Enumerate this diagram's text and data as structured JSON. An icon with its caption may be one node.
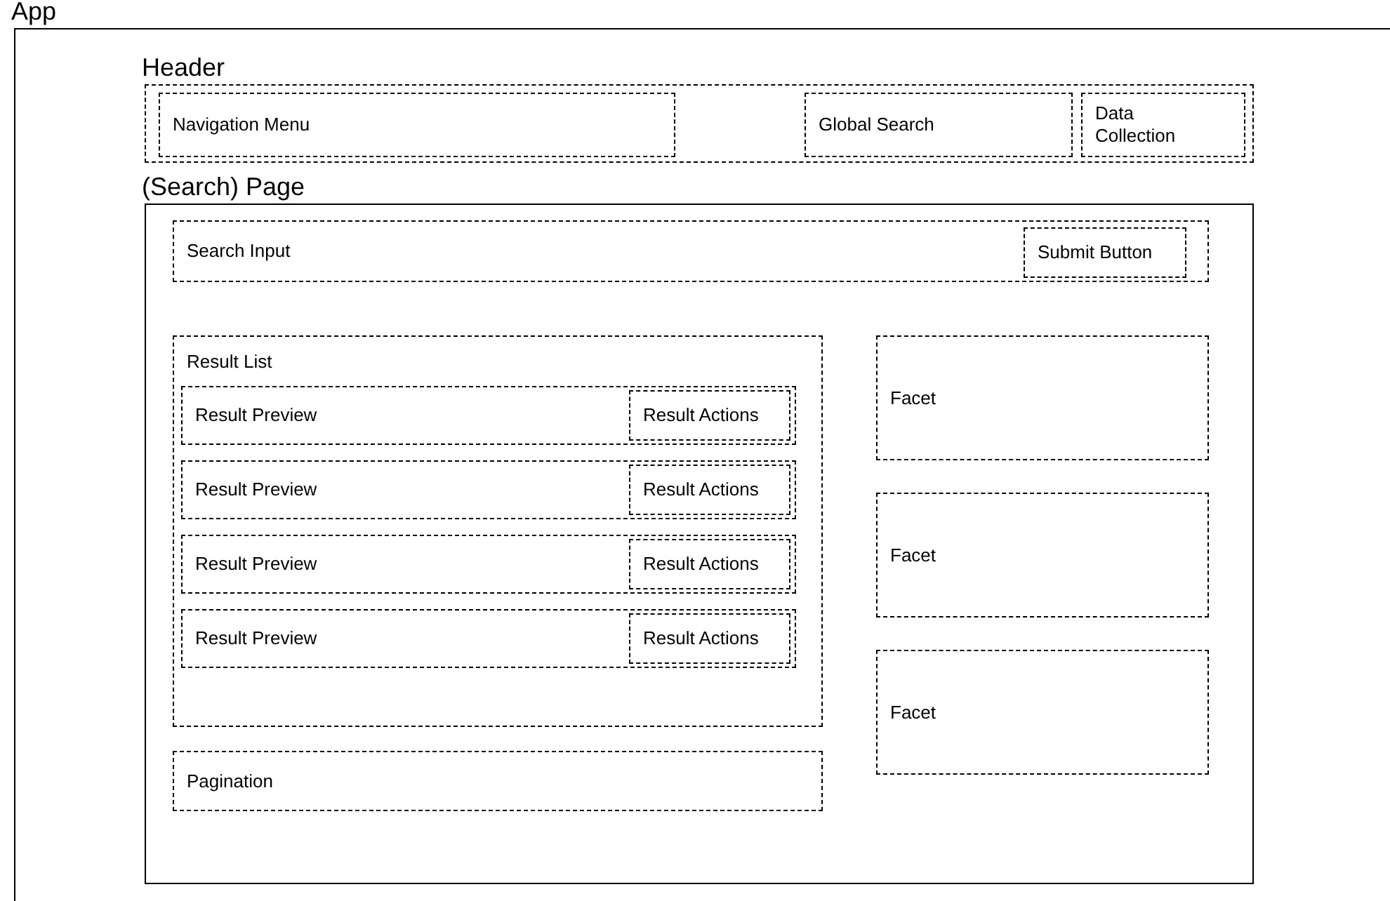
{
  "diagram": {
    "nodes": [
      {
        "text": [
          "App"
        ]
      },
      {
        "text": [
          "Header"
        ],
        "in": 0
      },
      {
        "text": [
          "Navigation Menu"
        ],
        "in": 1
      },
      {
        "text": [
          "Global Search"
        ],
        "in": 1
      },
      {
        "text": [
          "Data Collection"
        ],
        "in": 1
      },
      {
        "text": [
          "(Search) Page"
        ],
        "in": 0
      },
      {
        "text": [
          "Search Input"
        ],
        "in": 5
      },
      {
        "text": [
          "Submit Button"
        ],
        "in": 6
      },
      {
        "text": [
          "Result List"
        ],
        "in": 5
      },
      {
        "text": [
          "Result Preview"
        ],
        "in": 8
      },
      {
        "text": [
          "Result Actions"
        ],
        "in": 9
      },
      {
        "text": [
          "Result Preview"
        ],
        "in": 8
      },
      {
        "text": [
          "Result Actions"
        ],
        "in": 11
      },
      {
        "text": [
          "Result Preview"
        ],
        "in": 8
      },
      {
        "text": [
          "Result Actions"
        ],
        "in": 13
      },
      {
        "text": [
          "Result Preview"
        ],
        "in": 8
      },
      {
        "text": [
          "Result Actions"
        ],
        "in": 15
      },
      {
        "text": [
          "Facet"
        ],
        "in": 5
      },
      {
        "text": [
          "Facet"
        ],
        "in": 5
      },
      {
        "text": [
          "Facet"
        ],
        "in": 5
      },
      {
        "text": [
          "Pagination"
        ],
        "in": 5
      }
    ]
  }
}
